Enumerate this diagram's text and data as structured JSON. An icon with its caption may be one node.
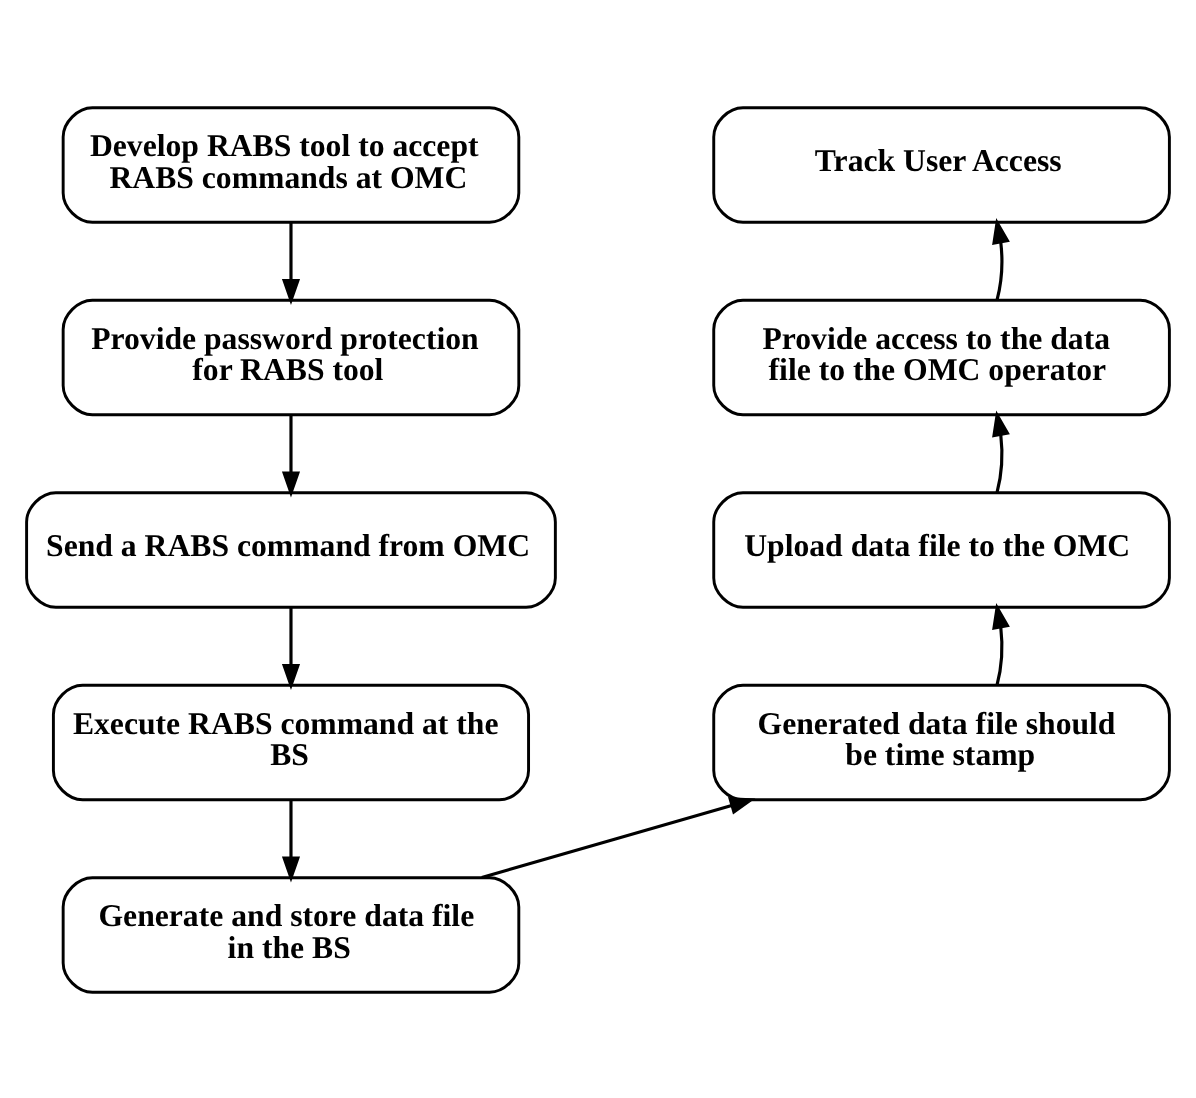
{
  "diagram": {
    "nodes": [
      {
        "text": [
          "Develop RABS tool to accept RABS commands at OMC"
        ]
      },
      {
        "text": [
          "Provide password protection for RABS tool"
        ]
      },
      {
        "text": [
          "Send a RABS command from OMC"
        ]
      },
      {
        "text": [
          "Execute RABS command at the BS"
        ]
      },
      {
        "text": [
          "Generate and store data file in the BS"
        ]
      },
      {
        "text": [
          "Generated data file should be time stamp"
        ]
      },
      {
        "text": [
          "Upload data file to the OMC"
        ]
      },
      {
        "text": [
          "Provide access to the data file to the OMC operator"
        ]
      },
      {
        "text": [
          "Track User Access"
        ]
      }
    ],
    "edges": [
      {
        "from": 0,
        "to": 1,
        "arrow": "to"
      },
      {
        "from": 1,
        "to": 2,
        "arrow": "to"
      },
      {
        "from": 2,
        "to": 3,
        "arrow": "to"
      },
      {
        "from": 3,
        "to": 4,
        "arrow": "to"
      },
      {
        "from": 4,
        "to": 5,
        "arrow": "to"
      },
      {
        "from": 5,
        "to": 6,
        "arrow": "to"
      },
      {
        "from": 6,
        "to": 7,
        "arrow": "to"
      },
      {
        "from": 7,
        "to": 8,
        "arrow": "to"
      }
    ]
  }
}
